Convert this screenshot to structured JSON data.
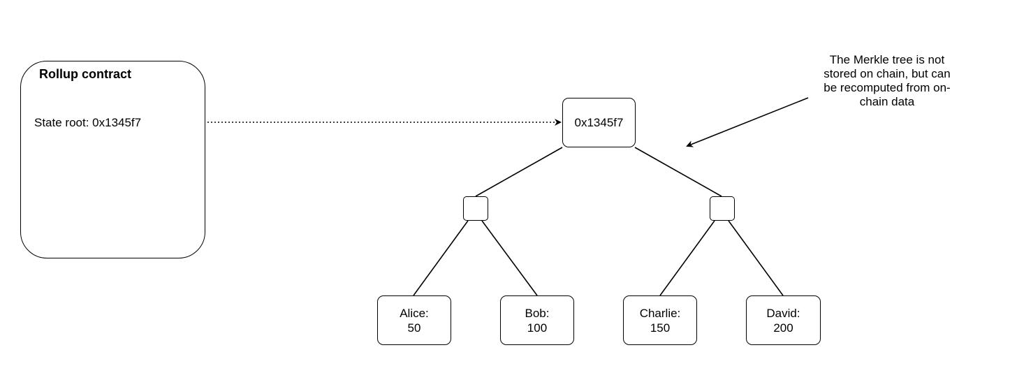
{
  "contract": {
    "title": "Rollup contract",
    "state_root_label": "State root: 0x1345f7"
  },
  "tree": {
    "root": "0x1345f7",
    "internal_nodes": [
      "",
      ""
    ],
    "leaves": [
      {
        "name": "Alice:",
        "value": "50"
      },
      {
        "name": "Bob:",
        "value": "100"
      },
      {
        "name": "Charlie:",
        "value": "150"
      },
      {
        "name": "David:",
        "value": "200"
      }
    ]
  },
  "annotation": {
    "text": "The Merkle tree is not stored on chain, but can be recomputed from on-chain data"
  },
  "colors": {
    "stroke": "#000000",
    "fill": "#ffffff"
  }
}
